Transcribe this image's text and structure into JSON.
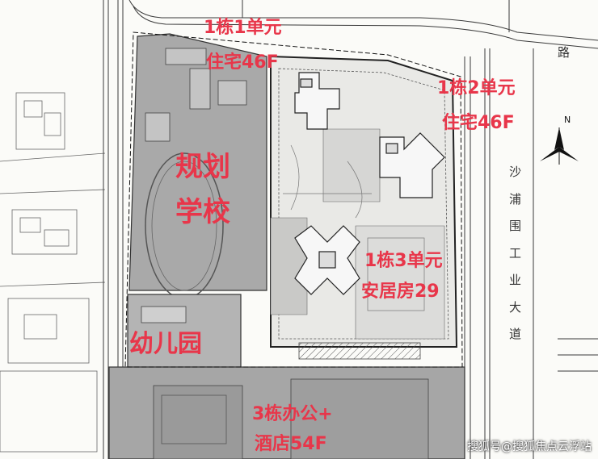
{
  "labels": {
    "tower1_unit1_l1": "1栋1单元",
    "tower1_unit1_l2": "住宅46F",
    "tower1_unit2_l1": "1栋2单元",
    "tower1_unit2_l2": "住宅46F",
    "planned_school_l1": "规划",
    "planned_school_l2": "学校",
    "tower1_unit3_l1": "1栋3单元",
    "tower1_unit3_l2": "安居房29",
    "kindergarten": "幼儿园",
    "tower3_l1": "3栋办公+",
    "tower3_l2": "酒店54F"
  },
  "roads": {
    "road_char": "路",
    "industrial_avenue": [
      "沙",
      "浦",
      "围",
      "工",
      "业",
      "大",
      "道"
    ]
  },
  "compass": {
    "north": "N"
  },
  "watermark": "搜狐号@搜狐焦点云浮站",
  "colors": {
    "label": "#e8364a",
    "line": "#3a3a3a",
    "gray": "#9a9a9a"
  }
}
